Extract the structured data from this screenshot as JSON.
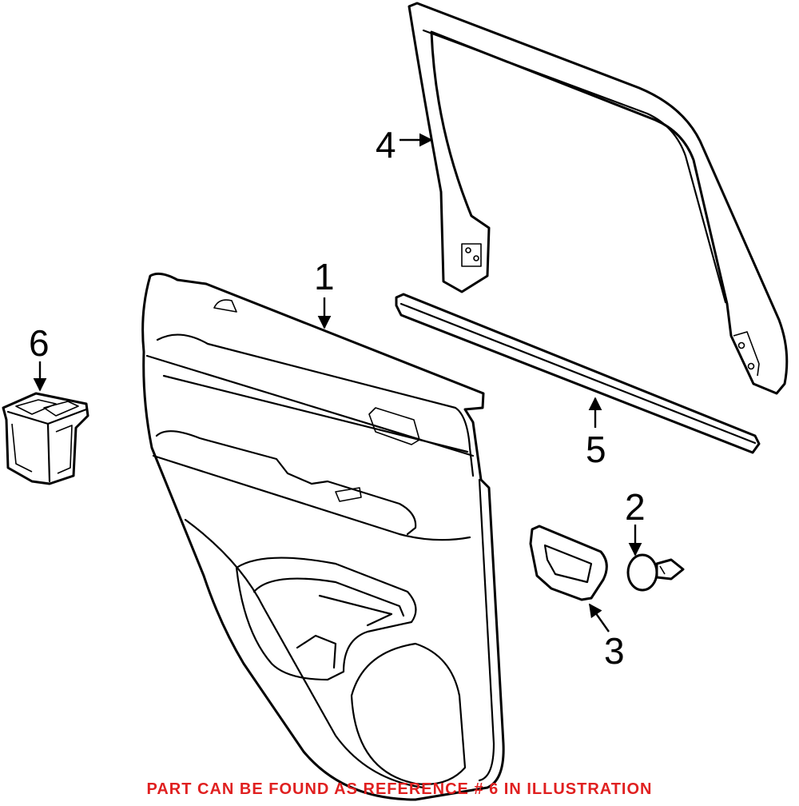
{
  "callouts": [
    {
      "id": "1",
      "label": "1"
    },
    {
      "id": "2",
      "label": "2"
    },
    {
      "id": "3",
      "label": "3"
    },
    {
      "id": "4",
      "label": "4"
    },
    {
      "id": "5",
      "label": "5"
    },
    {
      "id": "6",
      "label": "6"
    }
  ],
  "footer_note": "PART CAN BE FOUND AS REFERENCE # 6 IN ILLUSTRATION",
  "colors": {
    "line": "#000000",
    "footer_text": "#e02020",
    "background": "#ffffff"
  }
}
